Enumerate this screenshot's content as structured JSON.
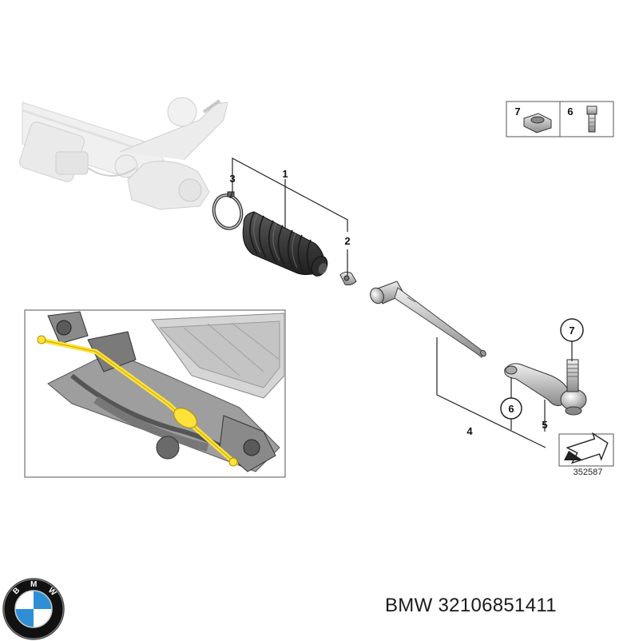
{
  "callouts": {
    "c1": "1",
    "c2": "2",
    "c3": "3",
    "c4": "4",
    "c5": "5",
    "c6_box": "6",
    "c7_box": "7",
    "c6_circle": "6",
    "c7_circle": "7"
  },
  "diagram_ref": "352587",
  "caption": "BMW 32106851411",
  "logo": {
    "letters": "BMW",
    "name": "bmw-roundel"
  },
  "icons": [
    "steering-rack",
    "bellows-boot",
    "hose-clamp",
    "clip",
    "tie-rod",
    "tie-rod-end",
    "nut",
    "bolt",
    "vehicle-overview",
    "direction-arrow"
  ],
  "colors": {
    "highlight": "#ffe23a",
    "part_gray": "#c8c8c8",
    "dark_part": "#4a4a4a",
    "line": "#222222",
    "bmw_blue": "#2e8fd6"
  }
}
